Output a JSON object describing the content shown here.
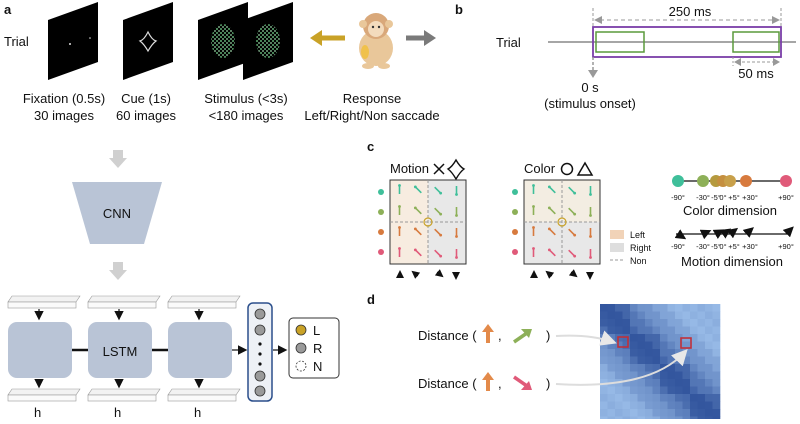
{
  "panels": {
    "a": "a",
    "b": "b",
    "c": "c",
    "d": "d"
  },
  "panel_a": {
    "trial_label": "Trial",
    "steps": [
      {
        "name": "Fixation (0.5s)",
        "count": "30 images"
      },
      {
        "name": "Cue (1s)",
        "count": "60 images"
      },
      {
        "name": "Stimulus (<3s)",
        "count": "<180 images"
      },
      {
        "name": "Response",
        "count": "Left/Right/Non saccade"
      }
    ],
    "cnn_label": "CNN",
    "lstm_label": "LSTM",
    "hidden_states": [
      "h",
      "h",
      "h"
    ],
    "outputs": [
      "L",
      "R",
      "N"
    ],
    "colors": {
      "left_arrow": "#c9a227",
      "right_arrow": "#7a7a7a",
      "block": "#b9c4d6",
      "stimulus": "#5fae72"
    }
  },
  "panel_b": {
    "trial_label": "Trial",
    "window_label": "250 ms",
    "step_label": "50 ms",
    "onset_label": "0 s",
    "onset_sub": "(stimulus onset)",
    "colors": {
      "window": "#7a3ea8",
      "step": "#5a9a3c"
    }
  },
  "panel_c": {
    "motion_title": "Motion",
    "color_title": "Color",
    "legend": [
      "Left",
      "Right",
      "Non"
    ],
    "color_dimension_label": "Color dimension",
    "motion_dimension_label": "Motion dimension",
    "ticks": [
      "-90°",
      "-30°",
      "-5°",
      "0°",
      "+5°",
      "+30°",
      "+90°"
    ],
    "colors": {
      "dim": [
        "#3fbf9a",
        "#8db058",
        "#b59a3e",
        "#c58f3f",
        "#c8a04a",
        "#d77a3e",
        "#e05a79"
      ],
      "left_fill": "#f1d3b8",
      "right_fill": "#dedede"
    }
  },
  "panel_d": {
    "distance_label": "Distance (",
    "close_paren": ")",
    "comma": ",",
    "colors": {
      "heatmap_dark": "#2b4f8c",
      "heatmap_light": "#8fb4e0",
      "marker": "#c0303a"
    }
  }
}
